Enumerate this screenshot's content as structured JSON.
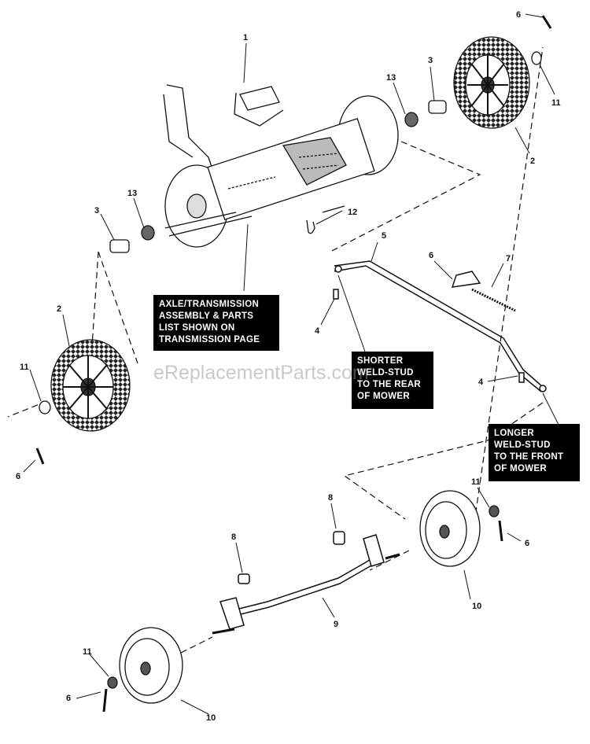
{
  "labels": {
    "l1": "1",
    "l2a": "2",
    "l2b": "2",
    "l3a": "3",
    "l3b": "3",
    "l4a": "4",
    "l4b": "4",
    "l5": "5",
    "l6a": "6",
    "l6b": "6",
    "l6c": "6",
    "l6d": "6",
    "l6e": "6",
    "l7": "7",
    "l8a": "8",
    "l8b": "8",
    "l9": "9",
    "l10a": "10",
    "l10b": "10",
    "l11a": "11",
    "l11b": "11",
    "l11c": "11",
    "l11d": "11",
    "l12": "12",
    "l13a": "13",
    "l13b": "13"
  },
  "callouts": {
    "axle": "AXLE/TRANSMISSION\nASSEMBLY & PARTS\nLIST SHOWN ON\nTRANSMISSION PAGE",
    "shorter": "SHORTER\nWELD-STUD\nTO THE REAR\nOF MOWER",
    "longer": "LONGER\nWELD-STUD\nTO THE FRONT\nOF MOWER"
  },
  "watermark": "eReplacementParts.com",
  "colors": {
    "ink": "#111111",
    "callout_bg": "#000000",
    "callout_text": "#ffffff"
  }
}
